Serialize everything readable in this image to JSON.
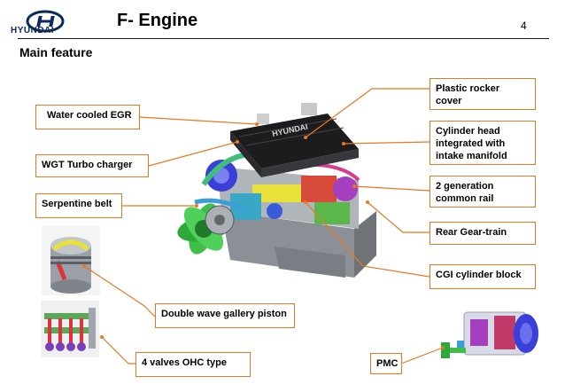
{
  "header": {
    "brand": "HYUNDAI",
    "title": "F- Engine",
    "page_number": "4"
  },
  "section_title": "Main feature",
  "engine_badge": "HYUNDAI",
  "callouts": {
    "water_cooled_egr": "Water cooled EGR",
    "wgt_turbo_charger": "WGT Turbo charger",
    "serpentine_belt": "Serpentine belt",
    "plastic_rocker_cover": "Plastic rocker\ncover",
    "cylinder_head": "Cylinder head\nintegrated with\nintake manifold",
    "common_rail": "2 generation\ncommon rail",
    "rear_gear_train": "Rear Gear-train",
    "cgi_cylinder_block": "CGI cylinder block",
    "double_wave_piston": "Double wave gallery piston",
    "valves_ohc": "4 valves OHC type",
    "pmc": "PMC"
  },
  "colors": {
    "callout_border": "#e87722",
    "leader": "#e87722",
    "brand_navy": "#0a2a5e"
  }
}
